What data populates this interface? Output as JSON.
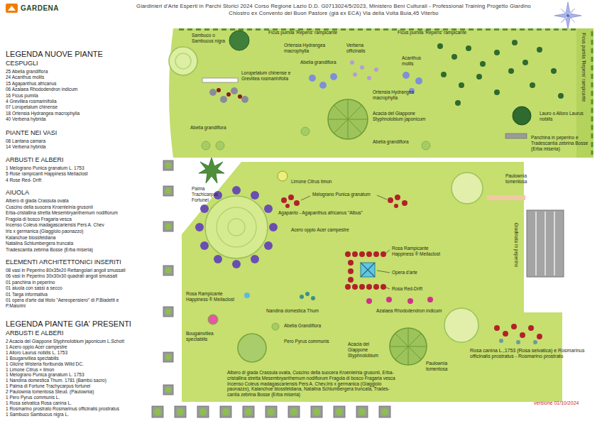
{
  "diagram": {
    "title": "Giardinieri d'Arte Esperti in Parchi Storici 2024 Corso Regione Lazio D.D. G0713024/5/2023, Ministero Beni Culturali - Professional Training Progetto Giardino Chiostro ex Convento del Buon Pastore (già ex ECA) Via della Volta Buia,45 Viterbo",
    "labels": [
      "GARDENA",
      "LEGENDA NUOVE PIANTE",
      "CESPUGLI",
      "25 Abelia grandiflora",
      "24 Acanthus mollis",
      "15 Agapanthus africanus",
      "06 Azalaea Rhododendron indicum",
      "16 Ficus pumila",
      "4 Grevillea rosmarinifolia",
      "07 Loropetalum chinense",
      "18 Ortensia Hydrangea macrophylla",
      "40 Verbena hybrida",
      "PIANTE NEI VASI",
      "08 Lantana camara",
      "14 Verbena hybrida",
      "ARBUSTI E ALBERI",
      "1 Melograno Punica granatum L. 1753",
      "5 Rose rampicanti Happiness Meilaclost",
      "4 Rose Red- Drift",
      "AIUOLA",
      "Albero di giada Crassula ovata",
      "Cuscino della suocera Kroenleinia grusonii",
      "Erba-cristallina stretta Mesembryanthemum nodiflorum",
      "Fragola di bosco Fragaria vesca",
      "Incenso Coleus madagascariensis Pers A. Chev",
      "Iris x germanica (Giaggiolo paonazzo)",
      "Kalanchoe blossfeldiana",
      "Natalina Schlumbergera truncata",
      "Tradescantia zebrina Bosse (Erba miseria)",
      "ELEMENTI ARCHITETTONICI INSERITI",
      "08 vasi in Peperino 80x35x20 Rettangolari angoli smussati",
      "06 vasi in Peperino 30x30x30 quadrati angoli smussati",
      "01 panchina in peperino",
      "01 aiuola con sassi a secco",
      "01 Targa informativa",
      "01 opera d'arte dal titolo \"Aereopensiero\" di P.Biadetti e P.Maiorini",
      "LEGENDA PIANTE GIA' PRESENTI",
      "ARBUSTI E ALBERI",
      "2 Acacia del Giappone Styphnolobium japonicum L.Schott",
      "1 Acero oppio Acer campestre",
      "1 Alloro Laurus nobilis L. 1753",
      "1 Bouganvillea spectabilis",
      "1 Glicine Wisteria floribunda Willd DC.",
      "1 Limone Citrus × limon",
      "1 Melograno Punica granatum L. 1753",
      "1 Nandina domestica Thum. 1781 (Bambù sacro)",
      "1 Palma di Fortune Trachycarpus fortunei",
      "2 Paulownia tomentosa Steud. (Paulownia)",
      "1 Pero Pyrus communis L.",
      "1 Rosa selvatica Rosa canina L.",
      "1 Rosmarino prostrato Rosmarinus officinalis prostratus",
      "1 Sambuco Sambucus nigra L.",
      "Ficus pumila 'Repens' rampicante",
      "Ficus pumila 'Repens' rampicante",
      "Ficus pumila 'Repens' rampicante",
      "Sambuco o Sambucus nigra",
      "Ortensia Hydrangea macrophylla",
      "Verbena officinalis",
      "Acanthus mollis",
      "Abelia grandiflora",
      "Loropetalum chinense e Grevillea rosmarinifolia",
      "Ortensia Hydrangea macrophylla",
      "Acacia del Giappone Styphnolobium japonicum",
      "Abelia grandiflora",
      "Abelia grandiflora",
      "Lauro o Alloro Laurus nobilis",
      "Panchina in peperino e Tradescantia zebrina Bosse (Erba miseria)",
      "Palma Trachicarpus Fortunei",
      "Limone Citrus limon",
      "Melograno Punica granatum",
      "Paulownia tomentosa",
      "Agapanto - Agapanthus africanus \"Albus\"",
      "Acero oppio Acer campestre",
      "Gradinata in peperino",
      "Rosa Rampicante Happiness ® Meilaclost",
      "Opera d'arte",
      "Rosa Red-Drift",
      "Rosa Rampicante Happiness ® Meilaclost",
      "Nandina domestica Thum",
      "Azalaea Rhododendron indicum",
      "Abelia Grandiflora",
      "Bougainvillea spectabilis",
      "Pero Pyrus communis",
      "Acacia del Giappone Styphnolobium",
      "Paulownia tomentosa",
      "Rosa canina L.,1753 (Rosa selvatica) e Rosmarinus officinalis prostratus - Rosmarino prostrato",
      "Albero di giada Crassula ovata, Cuscino della suocera Kroenleinia grusonii, Erba-cristallina stretta Mesembryanthemum nodiflorum Fragola di bosco Fragaria vesca Incenso Coleus madagascariensis Pers A. Chev,Iris x germanica (Giaggiolo paonazzo), Kalanchoe blossfeldiana, Natalina Schlumbergera truncata, Trades-cantia zebrina Bosse (Erba miseria)",
      "versione 01/10/2024"
    ]
  }
}
